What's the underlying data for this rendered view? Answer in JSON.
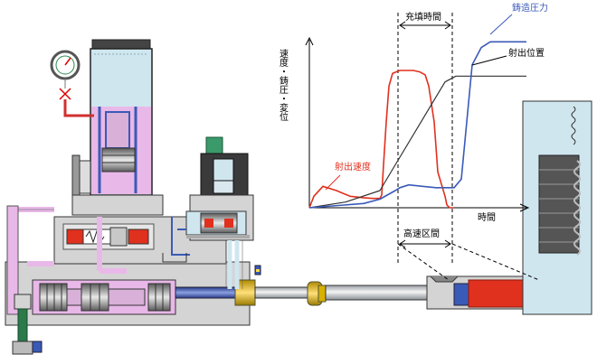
{
  "labels": {
    "fill_time": "充填時間",
    "casting_pressure": "鋳造圧力",
    "injection_position": "射出位置",
    "injection_speed": "射出速度",
    "y_axis": "速度・鋳圧・変位",
    "x_axis": "時間",
    "high_speed_section": "高速区間"
  },
  "chart_data": {
    "type": "line",
    "xlabel": "時間",
    "ylabel": "速度・鋳圧・変位",
    "series": [
      {
        "name": "射出速度",
        "color": "#e0301e",
        "x": [
          0,
          5,
          15,
          30,
          45,
          60,
          70,
          78,
          80,
          82,
          85,
          88,
          92,
          100,
          115,
          122,
          128,
          132,
          138,
          142,
          150,
          152,
          155,
          158,
          160
        ],
        "y": [
          0,
          8,
          15,
          12,
          8,
          7,
          6.5,
          6.5,
          9,
          30,
          60,
          85,
          94,
          96,
          96,
          95,
          93,
          85,
          60,
          25,
          8,
          2,
          0,
          0,
          0
        ]
      },
      {
        "name": "射出位置",
        "color": "#333333",
        "x": [
          0,
          40,
          78,
          95,
          150,
          162,
          240
        ],
        "y": [
          0,
          4,
          12,
          30,
          88,
          92,
          92
        ]
      },
      {
        "name": "鋳造圧力",
        "color": "#3a5ab8",
        "x": [
          0,
          60,
          78,
          95,
          100,
          110,
          125,
          140,
          160,
          168,
          180,
          190,
          200,
          240
        ],
        "y": [
          0,
          3,
          6,
          12,
          14,
          16,
          15,
          14,
          14,
          20,
          100,
          112,
          116,
          116
        ]
      }
    ]
  },
  "colors": {
    "red": "#e0301e",
    "blue": "#3a5ab8",
    "pink": "#e8b8e8",
    "light_blue": "#cfe6ef",
    "grey": "#d4d4d4",
    "green": "#3a9a6a"
  }
}
